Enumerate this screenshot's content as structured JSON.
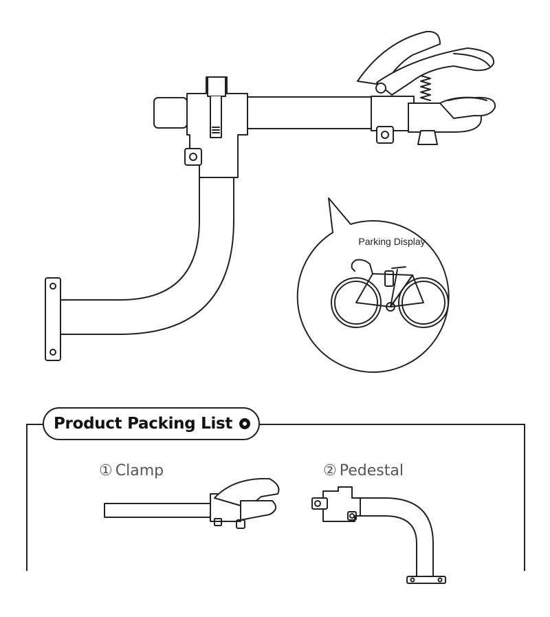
{
  "bubble": {
    "label": "Parking Display"
  },
  "packing_list": {
    "title": "Product Packing List",
    "items": [
      {
        "number": "①",
        "label": "Clamp"
      },
      {
        "number": "②",
        "label": "Pedestal"
      }
    ]
  }
}
